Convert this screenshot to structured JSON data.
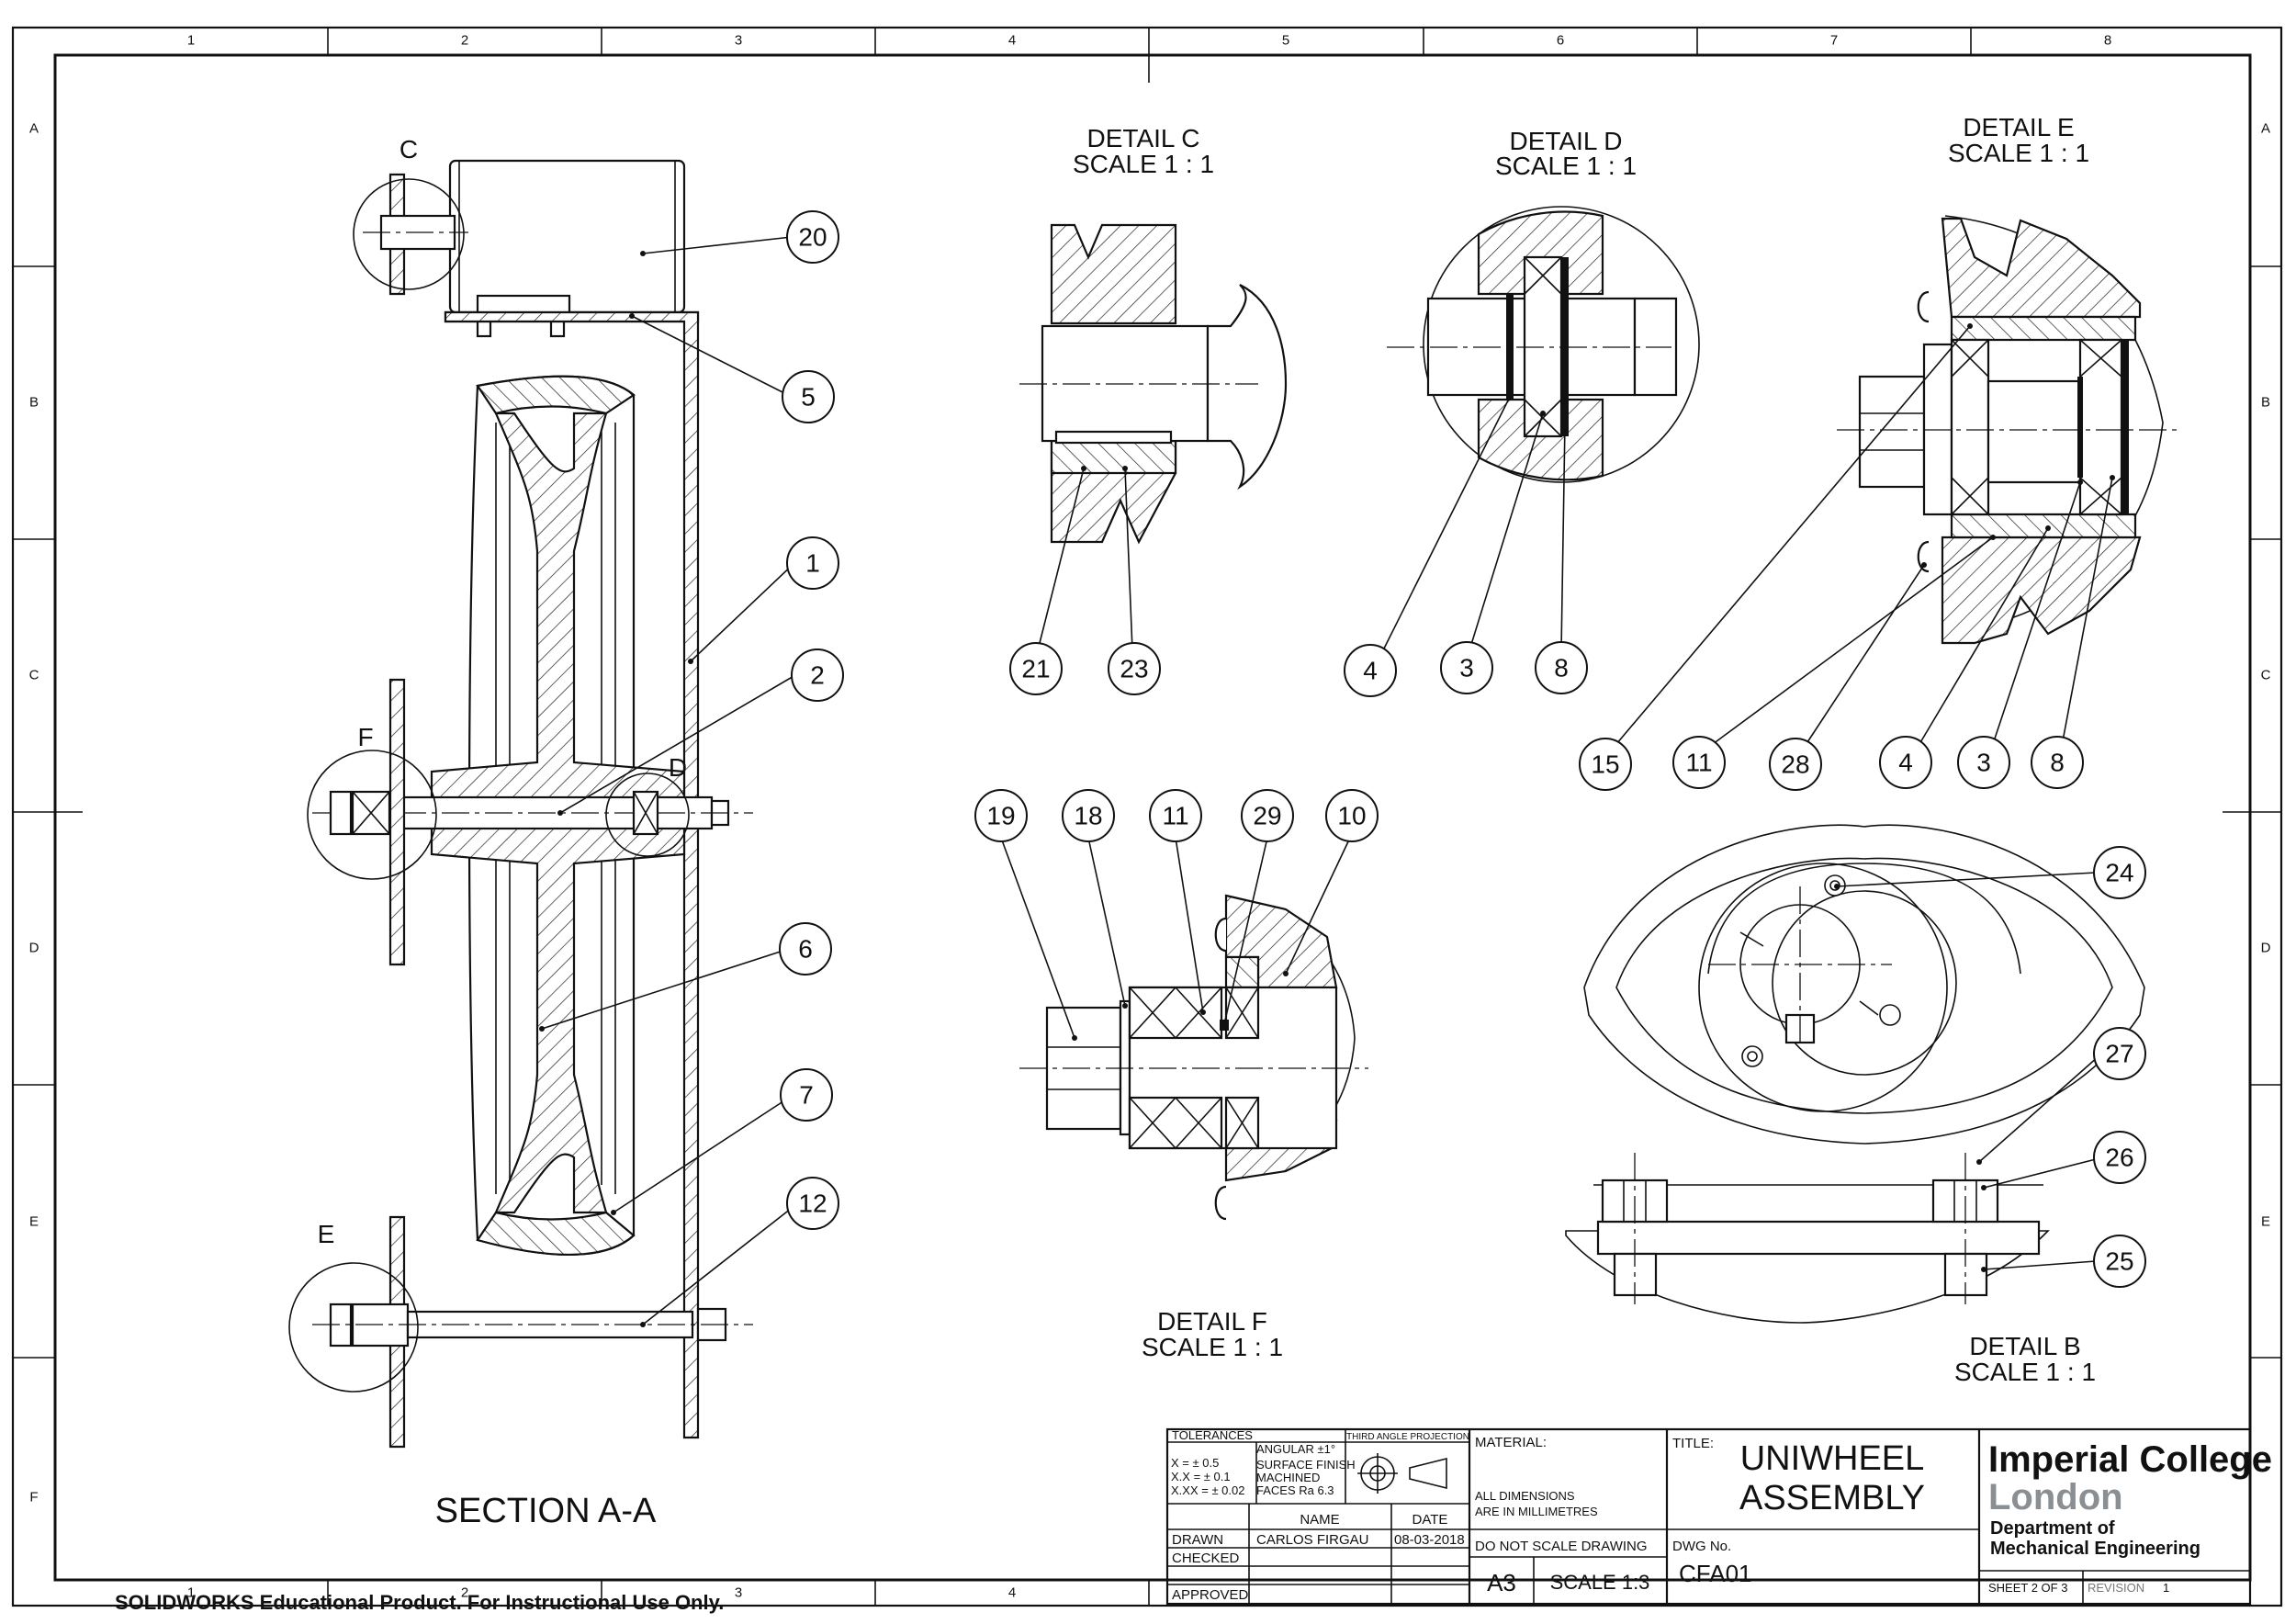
{
  "zones": {
    "columns": [
      "1",
      "2",
      "3",
      "4",
      "5",
      "6",
      "7",
      "8"
    ],
    "rows": [
      "A",
      "B",
      "C",
      "D",
      "E",
      "F"
    ]
  },
  "views": {
    "section_aa": "SECTION A-A",
    "detail_c": {
      "title": "DETAIL C",
      "scale": "SCALE 1 : 1"
    },
    "detail_d": {
      "title": "DETAIL D",
      "scale": "SCALE 1 : 1"
    },
    "detail_e": {
      "title": "DETAIL E",
      "scale": "SCALE 1 : 1"
    },
    "detail_f": {
      "title": "DETAIL F",
      "scale": "SCALE 1 : 1"
    },
    "detail_b": {
      "title": "DETAIL B",
      "scale": "SCALE 1 : 1"
    }
  },
  "detail_letters": {
    "c": "C",
    "d": "D",
    "e": "E",
    "f": "F"
  },
  "balloons": {
    "b20": "20",
    "b5": "5",
    "b1": "1",
    "b2": "2",
    "b6": "6",
    "b7": "7",
    "b12": "12",
    "b21": "21",
    "b23": "23",
    "b4d": "4",
    "b3d": "3",
    "b8d": "8",
    "b15": "15",
    "b11e": "11",
    "b28": "28",
    "b4e": "4",
    "b3e": "3",
    "b8e": "8",
    "b19": "19",
    "b18": "18",
    "b11f": "11",
    "b29": "29",
    "b10": "10",
    "b24": "24",
    "b27": "27",
    "b26": "26",
    "b25": "25"
  },
  "title_block": {
    "tolerances_label": "TOLERANCES",
    "tol_x": "X      = ± 0.5",
    "tol_xx": "X.X    = ± 0.1",
    "tol_xxx": "X.XX = ± 0.02",
    "angular": "ANGULAR  ±1°",
    "surface_finish": "SURFACE FINISH",
    "machined": "MACHINED",
    "faces": "FACES        Ra 6.3",
    "projection": "THIRD ANGLE PROJECTION",
    "name_header": "NAME",
    "date_header": "DATE",
    "drawn_label": "DRAWN",
    "checked_label": "CHECKED",
    "approved_label": "APPROVED",
    "drawn_name": "CARLOS FIRGAU",
    "drawn_date": "08-03-2018",
    "material_label": "MATERIAL:",
    "all_dimensions": "ALL DIMENSIONS",
    "are_in_mm": "ARE IN MILLIMETRES",
    "do_not_scale": "DO NOT SCALE DRAWING",
    "title_label": "TITLE:",
    "title_line1": "UNIWHEEL",
    "title_line2": "ASSEMBLY",
    "dwg_no_label": "DWG No.",
    "dwg_no": "CFA01",
    "sheet_size": "A3",
    "scale": "SCALE 1:3",
    "institution_line1": "Imperial College",
    "institution_line2": "London",
    "department_line1": "Department of",
    "department_line2": "Mechanical Engineering",
    "sheet": "SHEET 2 OF 3",
    "revision_label": "REVISION",
    "revision": "1"
  },
  "watermark": "SOLIDWORKS Educational Product. For Instructional Use Only."
}
